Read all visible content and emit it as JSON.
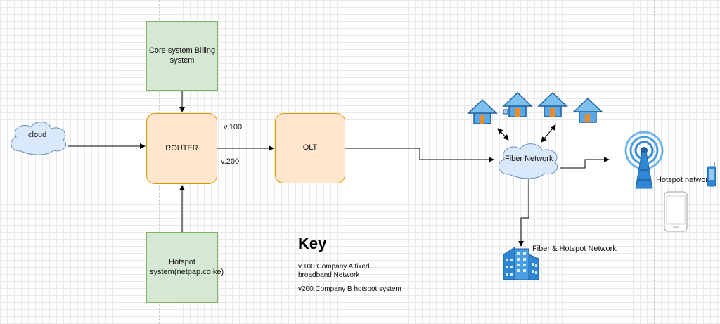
{
  "nodes": {
    "billing": "Core system Billing system",
    "cloud": "cloud",
    "router": "ROUTER",
    "olt": "OLT",
    "hotspot_system": "Hotspot system(netpap.co.ke)",
    "fiber_network": "Fiber Network",
    "hotspot_network": "Hotspot network",
    "fiber_hotspot_network": "Fiber & Hotspot Network"
  },
  "edges": {
    "v100": "v.100",
    "v200": "v.200"
  },
  "key": {
    "title": "Key",
    "line1": "v.100  Company A fixed broadband Network",
    "line2": "v200.Company B hotspot system"
  },
  "colors": {
    "green_fill": "#d5e8d4",
    "green_stroke": "#82b366",
    "orange_fill": "#ffe6cc",
    "orange_stroke": "#d79b00",
    "cloud_fill": "#dae8fc",
    "cloud_stroke": "#6c8ebf",
    "icon_blue": "#2e86d4"
  },
  "icons": [
    "cloud-shape",
    "house-icon",
    "radio-tower-icon",
    "smartphone-icon",
    "office-building-icon"
  ]
}
